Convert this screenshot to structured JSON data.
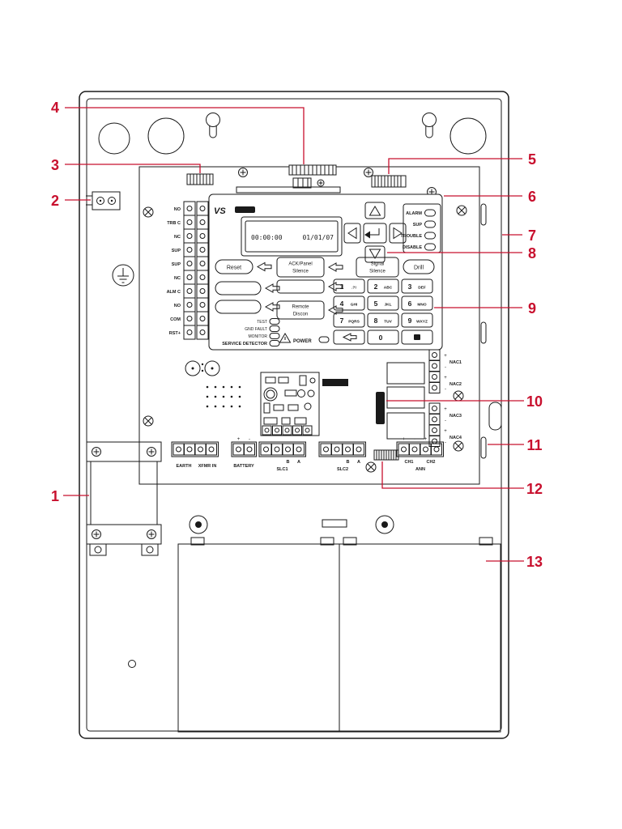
{
  "colors": {
    "callout_red": "#c8102e",
    "line_black": "#1a1a1a"
  },
  "callouts": [
    {
      "id": "1"
    },
    {
      "id": "2"
    },
    {
      "id": "3"
    },
    {
      "id": "4"
    },
    {
      "id": "5"
    },
    {
      "id": "6"
    },
    {
      "id": "7"
    },
    {
      "id": "8"
    },
    {
      "id": "9"
    },
    {
      "id": "10"
    },
    {
      "id": "11"
    },
    {
      "id": "12"
    },
    {
      "id": "13"
    }
  ],
  "display": {
    "brand": "VS",
    "time": "00:00:00",
    "date": "01/01/07"
  },
  "leds": {
    "alarm": "ALARM",
    "sup": "SUP",
    "trouble": "TROUBLE",
    "disable": "DISABLE"
  },
  "buttons": {
    "reset": "Reset",
    "ack_l1": "ACK/Panel",
    "ack_l2": "Silence",
    "signal_l1": "Signal",
    "signal_l2": "Silence",
    "drill": "Drill",
    "remote_l1": "Remote",
    "remote_l2": "Discon"
  },
  "indicators": {
    "test": "TEST",
    "gnd_fault": "GND FAULT",
    "monitor": "MONITOR",
    "service": "SERVICE DETECTOR",
    "power": "POWER"
  },
  "keypad": [
    {
      "num": "1",
      "sub": ".?!"
    },
    {
      "num": "2",
      "sub": "ABC"
    },
    {
      "num": "3",
      "sub": "DEF"
    },
    {
      "num": "4",
      "sub": "GHI"
    },
    {
      "num": "5",
      "sub": "JKL"
    },
    {
      "num": "6",
      "sub": "MNO"
    },
    {
      "num": "7",
      "sub": "PQRS"
    },
    {
      "num": "8",
      "sub": "TUV"
    },
    {
      "num": "9",
      "sub": "WXYZ"
    },
    {
      "num": "0",
      "sub": ""
    }
  ],
  "relay_terminals": [
    "NO",
    "TRB C",
    "NC",
    "SUP",
    "SUP",
    "NC",
    "ALM C",
    "NO",
    "COM",
    "RST+"
  ],
  "nac_labels": [
    "NAC1",
    "NAC2",
    "NAC3",
    "NAC4"
  ],
  "terminals": {
    "earth": "EARTH",
    "xfmr": "XFMR IN",
    "battery": "BATTERY",
    "slc1": "SLC1",
    "slc2": "SLC2",
    "b": "B",
    "a": "A",
    "ch1": "CH1",
    "ch2": "CH2",
    "ann": "ANN",
    "plus": "+",
    "minus": "-"
  }
}
